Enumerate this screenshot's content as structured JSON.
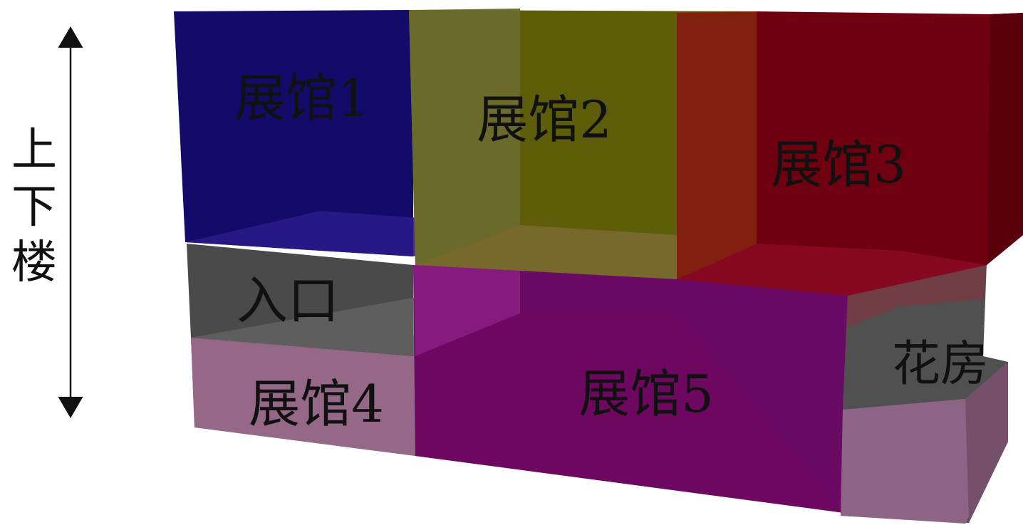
{
  "axis": {
    "label": "上下楼"
  },
  "rooms": {
    "hall1": "展馆1",
    "hall2": "展馆2",
    "hall3": "展馆3",
    "entrance": "入口",
    "hall4": "展馆4",
    "hall5": "展馆5",
    "greenhouse": "花房"
  },
  "colors": {
    "hall1": "#1a0f6e",
    "hall2": "#7a7a18",
    "hall3": "#7a0010",
    "entrance": "#5a5a5a",
    "hall4": "#9a6a8e",
    "hall5": "#700a6a",
    "greenhouse": "#6e5a6e"
  }
}
